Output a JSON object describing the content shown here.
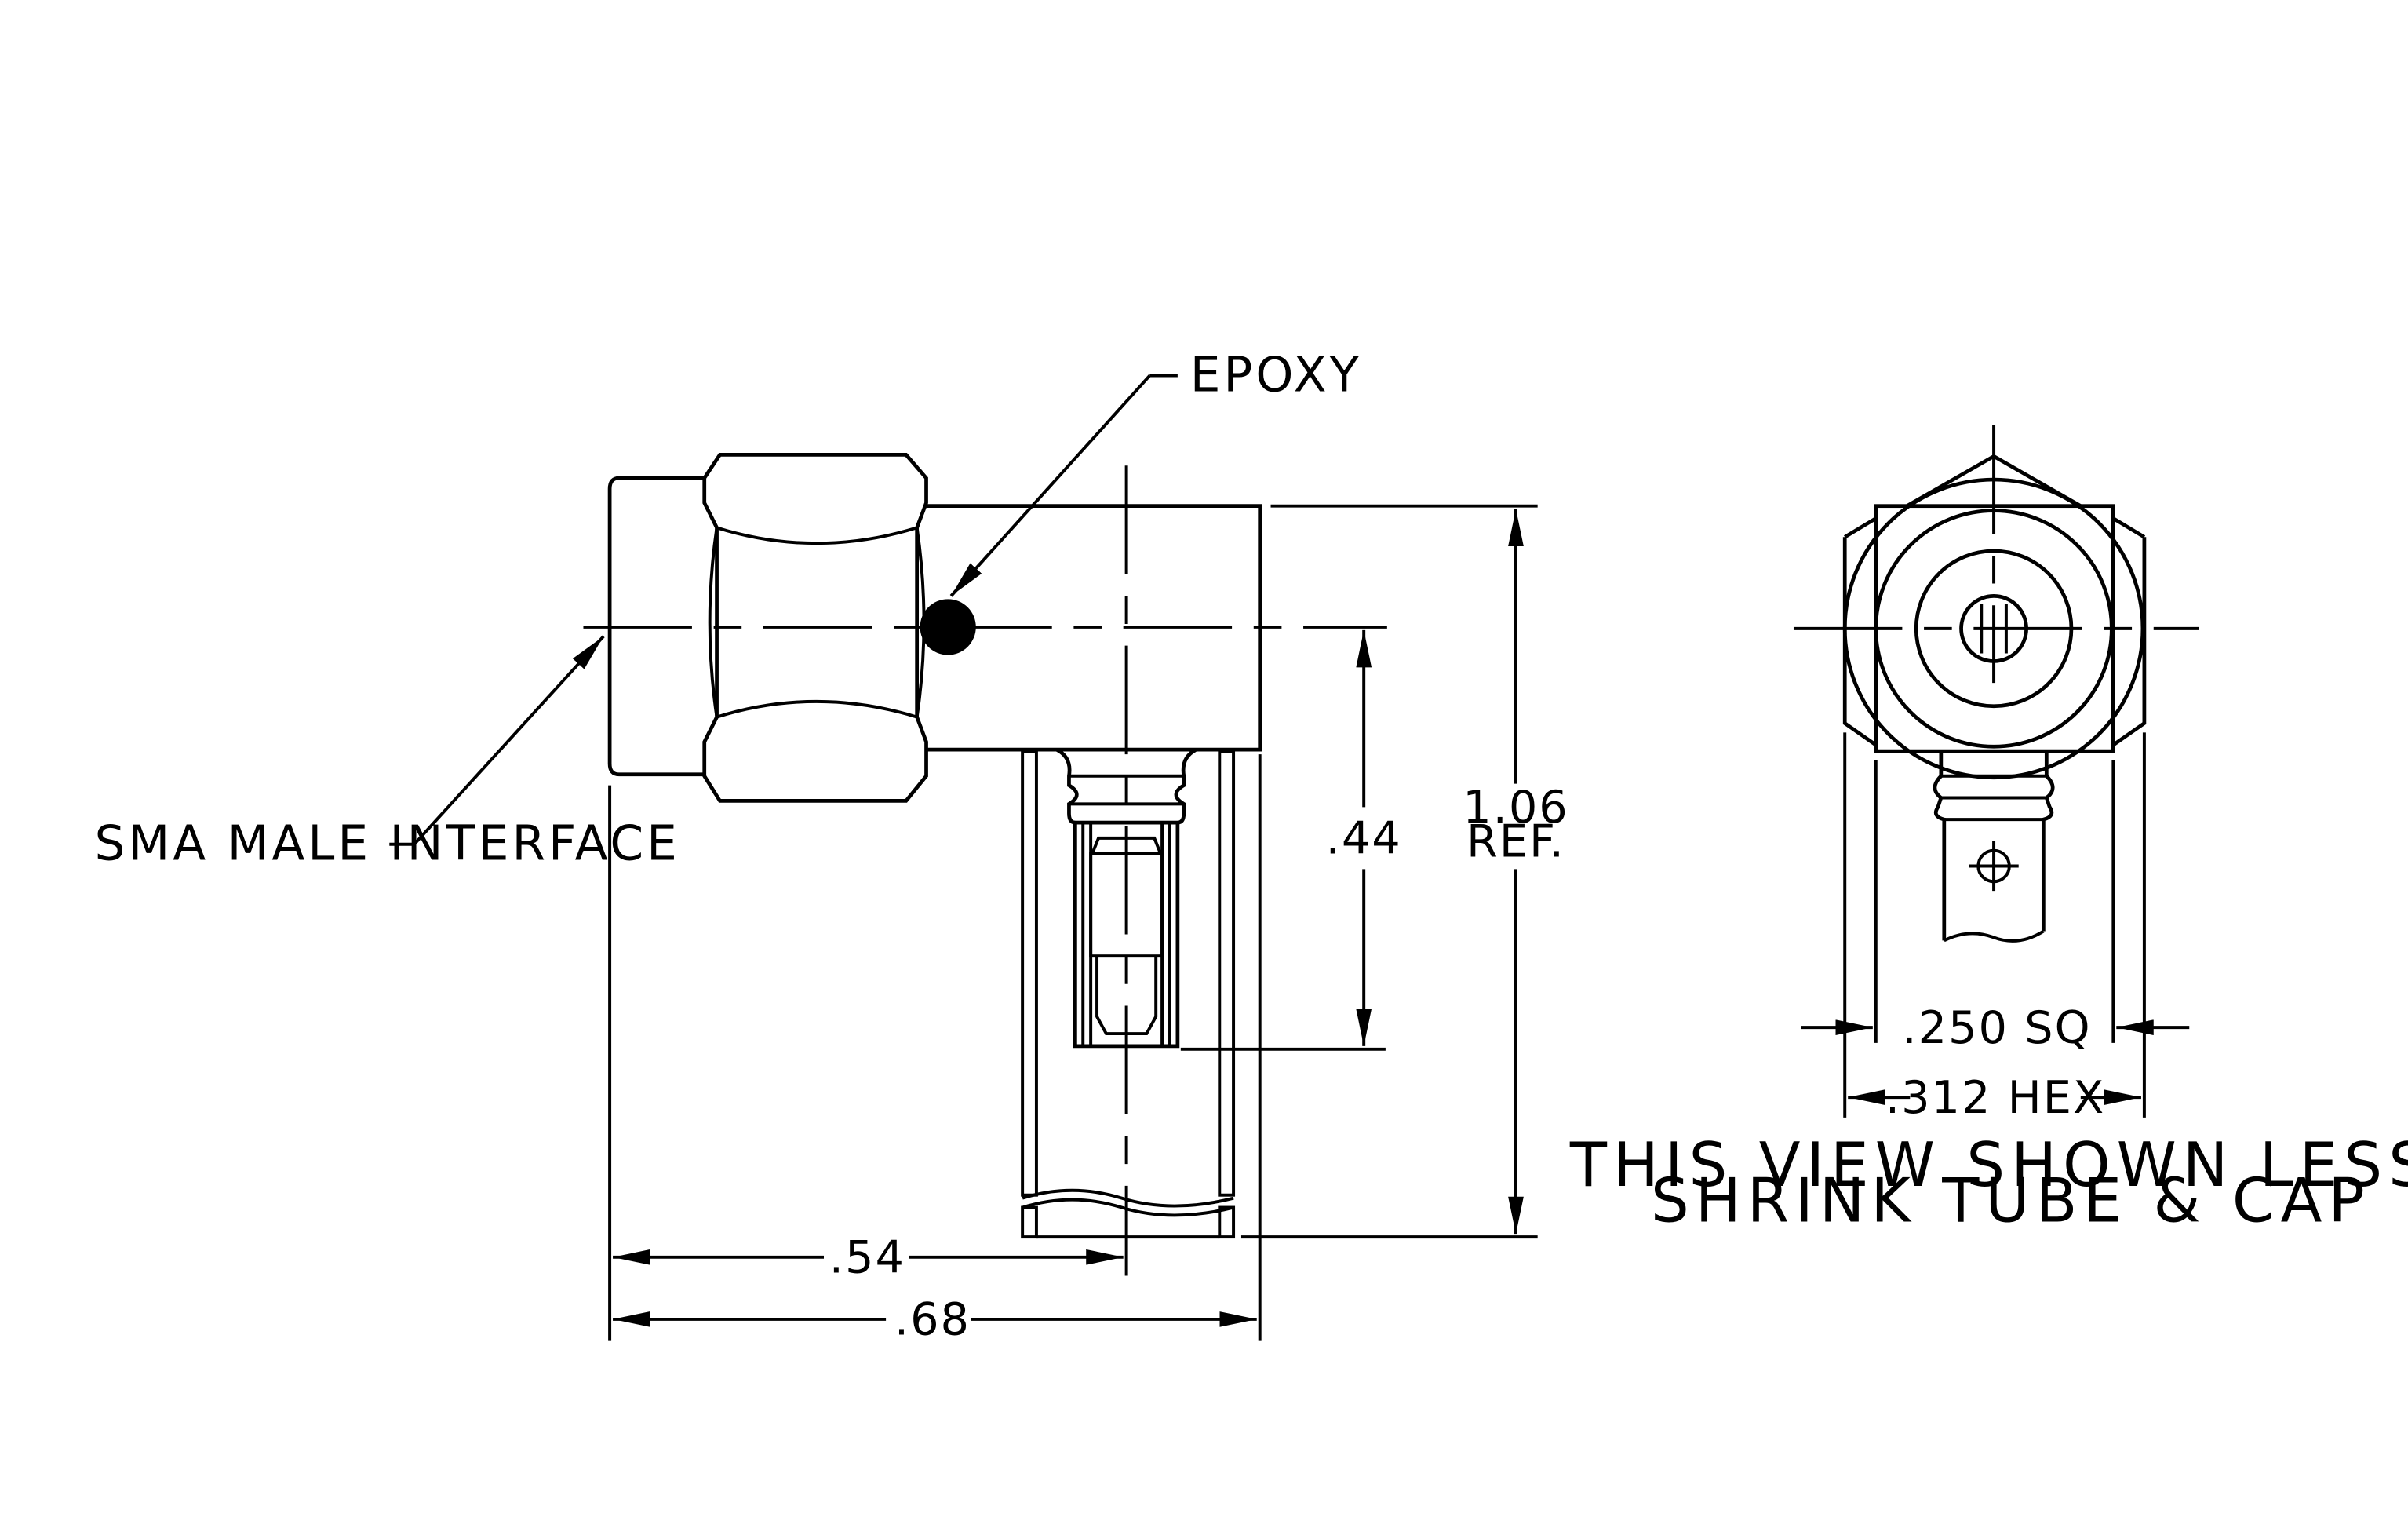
{
  "labels": {
    "epoxy": "EPOXY",
    "interface": "SMA MALE INTERFACE"
  },
  "dimensions": {
    "height": ".44",
    "overall_height": "1.06",
    "overall_height_ref": "REF.",
    "centerline_width": ".54",
    "overall_width": ".68",
    "square": ".250 SQ",
    "hex": ".312 HEX"
  },
  "note": {
    "line1": "THIS VIEW SHOWN LESS",
    "line2": "SHRINK TUBE & CAP"
  }
}
